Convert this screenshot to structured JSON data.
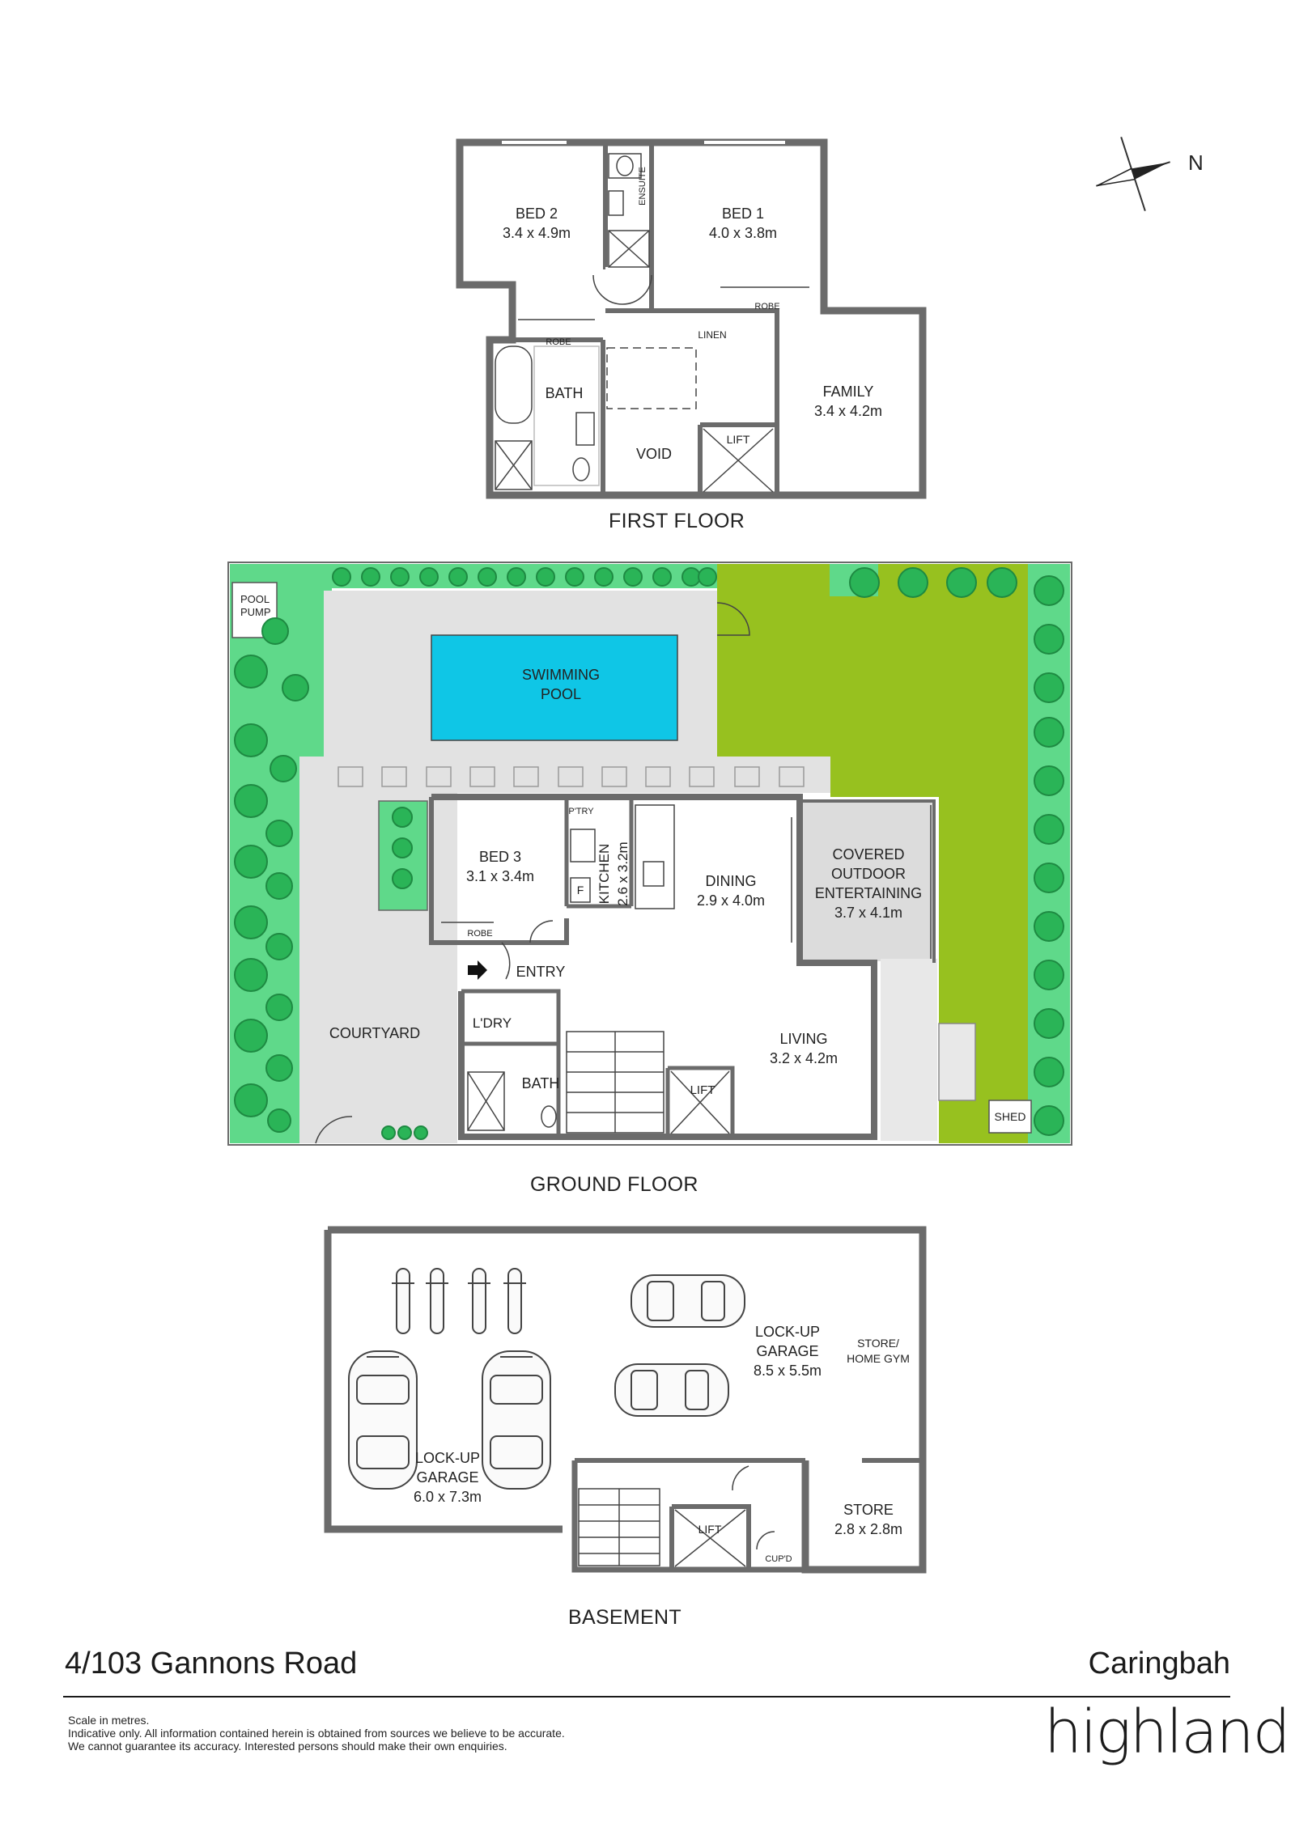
{
  "floors": {
    "first": "FIRST FLOOR",
    "ground": "GROUND FLOOR",
    "basement": "BASEMENT"
  },
  "rooms": {
    "first": {
      "bed2": {
        "name": "BED 2",
        "dim": "3.4 x 4.9m"
      },
      "bed1": {
        "name": "BED 1",
        "dim": "4.0 x 3.8m"
      },
      "ensuite": "ENSUITE",
      "robe_left": "ROBE",
      "robe_right": "ROBE",
      "linen": "LINEN",
      "bath": "BATH",
      "void": "VOID",
      "lift": "LIFT",
      "family": {
        "name": "FAMILY",
        "dim": "3.4 x 4.2m"
      }
    },
    "ground": {
      "pool_pump": [
        "POOL",
        "PUMP"
      ],
      "pool": [
        "SWIMMING",
        "POOL"
      ],
      "bed3": {
        "name": "BED 3",
        "dim": "3.1 x 3.4m"
      },
      "robe": "ROBE",
      "pantry": "P'TRY",
      "kitchen": {
        "name": "KITCHEN",
        "dim": "2.6 x 3.2m"
      },
      "fridge": "F",
      "dining": {
        "name": "DINING",
        "dim": "2.9 x 4.0m"
      },
      "outdoor": [
        "COVERED",
        "OUTDOOR",
        "ENTERTAINING",
        "3.7 x 4.1m"
      ],
      "entry": "ENTRY",
      "laundry": "L'DRY",
      "bath": "BATH",
      "lift": "LIFT",
      "living": {
        "name": "LIVING",
        "dim": "3.2 x 4.2m"
      },
      "courtyard": "COURTYARD",
      "shed": "SHED"
    },
    "basement": {
      "garage_right": [
        "LOCK-UP",
        "GARAGE",
        "8.5 x 5.5m"
      ],
      "store_gym": [
        "STORE/",
        "HOME GYM"
      ],
      "garage_left": [
        "LOCK-UP",
        "GARAGE",
        "6.0 x 7.3m"
      ],
      "store": {
        "name": "STORE",
        "dim": "2.8 x 2.8m"
      },
      "lift": "LIFT",
      "cupboard": "CUP'D"
    }
  },
  "compass_label": "N",
  "footer": {
    "address": "4/103 Gannons Road",
    "suburb": "Caringbah",
    "disclaimer": [
      "Scale in metres.",
      "Indicative only. All information contained herein is obtained from sources we believe to be accurate.",
      "We cannot guarantee its accuracy. Interested persons should make their own enquiries."
    ],
    "brand": "highland"
  },
  "colors": {
    "wall": "#6b6b6b",
    "pool": "#0fc6e6",
    "lawn": "#97c11f",
    "garden": "#5fd98a",
    "tree": "#2ab457",
    "paving": "#e2e2e2",
    "outdoor_area": "#dcdcdc"
  }
}
